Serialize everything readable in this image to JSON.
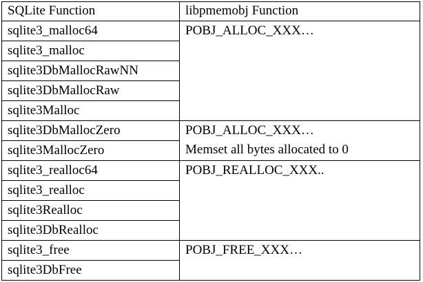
{
  "table": {
    "headers": [
      "SQLite Function",
      "libpmemobj Function"
    ],
    "groups": [
      {
        "sqlite_functions": [
          "sqlite3_malloc64",
          "sqlite3_malloc",
          "sqlite3DbMallocRawNN",
          "sqlite3DbMallocRaw",
          "sqlite3Malloc"
        ],
        "pmem_function": "POBJ_ALLOC_XXX…",
        "pmem_note": ""
      },
      {
        "sqlite_functions": [
          "sqlite3DbMallocZero",
          "sqlite3MallocZero"
        ],
        "pmem_function": "POBJ_ALLOC_XXX…",
        "pmem_note": "Memset all bytes allocated to 0"
      },
      {
        "sqlite_functions": [
          "sqlite3_realloc64",
          "sqlite3_realloc",
          "sqlite3Realloc",
          "sqlite3DbRealloc"
        ],
        "pmem_function": "POBJ_REALLOC_XXX..",
        "pmem_note": ""
      },
      {
        "sqlite_functions": [
          "sqlite3_free",
          "sqlite3DbFree"
        ],
        "pmem_function": "POBJ_FREE_XXX…",
        "pmem_note": ""
      }
    ]
  }
}
